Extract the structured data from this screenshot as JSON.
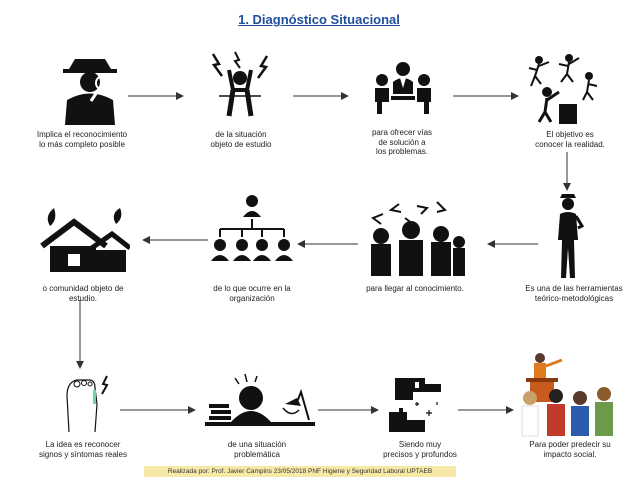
{
  "title": "1. Diagnóstico Situacional",
  "captions": {
    "c1": "Implica el reconocimiento\nlo más completo posible",
    "c2": "de la situación\nobjeto de estudio",
    "c3": "para ofrecer vías\nde solución a\nlos problemas.",
    "c4": "El objetivo es\nconocer la realidad.",
    "c5": "Es una de las herramientas\nteórico-metodológicas",
    "c6": "para llegar al conocimiento.",
    "c7": "de lo que ocurre en la\norganización",
    "c8": "o comunidad objeto de\nestudio.",
    "c9": "La idea es reconocer\nsignos y síntomas reales",
    "c10": "de una situación\nproblemática",
    "c11": "Siendo muy\nprecisos  y profundos",
    "c12": "Para poder predecir su\nimpacto social."
  },
  "icons": [
    "detective-icon",
    "stress-person-icon",
    "meeting-group-icon",
    "reaching-people-icon",
    "standing-person-icon",
    "group-discussion-icon",
    "organization-chart-icon",
    "community-houses-icon",
    "injured-foot-icon",
    "desk-worker-icon",
    "puzzle-hands-icon",
    "presentation-audience-icon"
  ],
  "credit": "Realizada por: Prof. Javier Campins 23/05/2018 PNF Higiene y Seguridad Laboral UPTAEB"
}
